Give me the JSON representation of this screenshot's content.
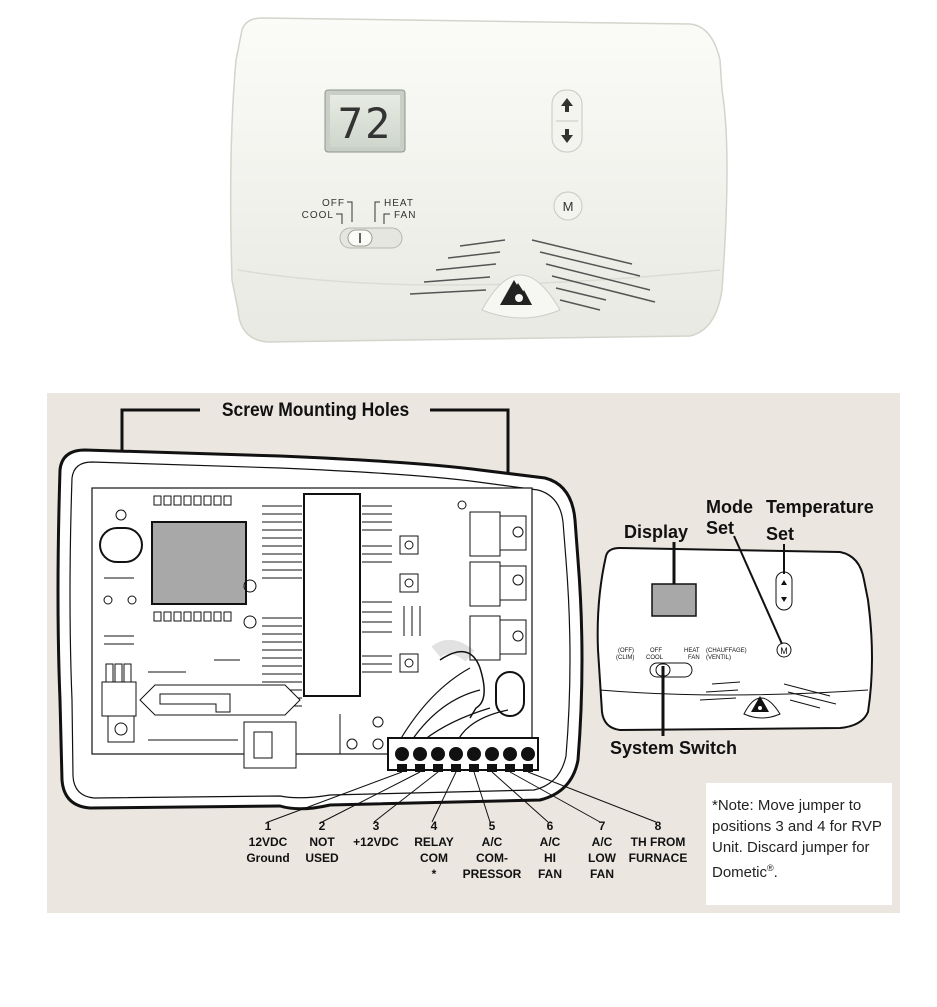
{
  "thermostat": {
    "display_value": "72",
    "switch_labels": {
      "off": "OFF",
      "cool": "COOL",
      "heat": "HEAT",
      "fan": "FAN"
    },
    "mode_button": "M"
  },
  "diagram": {
    "title": "Screw Mounting Holes",
    "callouts": {
      "display": "Display",
      "mode_set": [
        "Mode",
        "Set"
      ],
      "temperature_set": [
        "Temperature",
        "Set"
      ],
      "system_switch": "System Switch"
    },
    "small_thermostat": {
      "left_labels": [
        "(OFF)",
        "(CLIM)"
      ],
      "mid_labels": [
        "OFF",
        "COOL"
      ],
      "right_labels": [
        "HEAT",
        "FAN",
        "(CHAUFFAGE)",
        "(VENTIL)"
      ],
      "mode_button": "M"
    },
    "terminals": [
      {
        "num": "1",
        "lines": [
          "12VDC",
          "Ground"
        ]
      },
      {
        "num": "2",
        "lines": [
          "NOT",
          "USED"
        ]
      },
      {
        "num": "3",
        "lines": [
          "+12VDC"
        ]
      },
      {
        "num": "4",
        "lines": [
          "RELAY",
          "COM",
          "*"
        ]
      },
      {
        "num": "5",
        "lines": [
          "A/C",
          "COM-",
          "PRESSOR"
        ]
      },
      {
        "num": "6",
        "lines": [
          "A/C",
          "HI",
          "FAN"
        ]
      },
      {
        "num": "7",
        "lines": [
          "A/C",
          "LOW",
          "FAN"
        ]
      },
      {
        "num": "8",
        "lines": [
          "TH FROM",
          "FURNACE"
        ]
      }
    ],
    "note": {
      "star": "*",
      "line1": "Note:  Move jumper to",
      "line2": "positions 3 and 4 for RVP",
      "line3": "Unit. Discard jumper for",
      "line4": "Dometic",
      "reg": "®",
      "period": "."
    }
  }
}
